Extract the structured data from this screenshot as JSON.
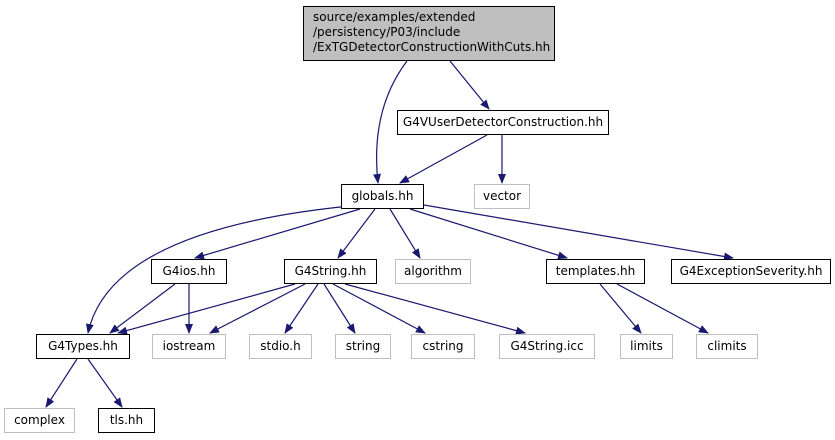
{
  "diagram": {
    "title_lines": [
      "source/examples/extended",
      "/persistency/P03/include",
      "/ExTGDetectorConstructionWithCuts.hh"
    ],
    "edge_color": "#191970",
    "local_border_color": "#000000",
    "system_border_color": "#bfbfbf",
    "root_fill": "#bfbfbf",
    "nodes": {
      "g4vuser": "G4VUserDetectorConstruction.hh",
      "vector": "vector",
      "globals": "globals.hh",
      "g4ios": "G4ios.hh",
      "g4string": "G4String.hh",
      "algorithm": "algorithm",
      "templates": "templates.hh",
      "g4exception": "G4ExceptionSeverity.hh",
      "g4types": "G4Types.hh",
      "iostream": "iostream",
      "stdio": "stdio.h",
      "string": "string",
      "cstring": "cstring",
      "g4stringicc": "G4String.icc",
      "limits": "limits",
      "climits": "climits",
      "complex": "complex",
      "tls": "tls.hh"
    },
    "edges": [
      [
        "root",
        "g4vuser"
      ],
      [
        "root",
        "globals"
      ],
      [
        "g4vuser",
        "globals"
      ],
      [
        "g4vuser",
        "vector"
      ],
      [
        "globals",
        "g4types"
      ],
      [
        "globals",
        "g4ios"
      ],
      [
        "globals",
        "g4string"
      ],
      [
        "globals",
        "algorithm"
      ],
      [
        "globals",
        "templates"
      ],
      [
        "globals",
        "g4exception"
      ],
      [
        "g4ios",
        "g4types"
      ],
      [
        "g4ios",
        "iostream"
      ],
      [
        "g4string",
        "g4types"
      ],
      [
        "g4string",
        "iostream"
      ],
      [
        "g4string",
        "stdio"
      ],
      [
        "g4string",
        "string"
      ],
      [
        "g4string",
        "cstring"
      ],
      [
        "g4string",
        "g4stringicc"
      ],
      [
        "templates",
        "limits"
      ],
      [
        "templates",
        "climits"
      ],
      [
        "g4types",
        "complex"
      ],
      [
        "g4types",
        "tls"
      ]
    ]
  }
}
